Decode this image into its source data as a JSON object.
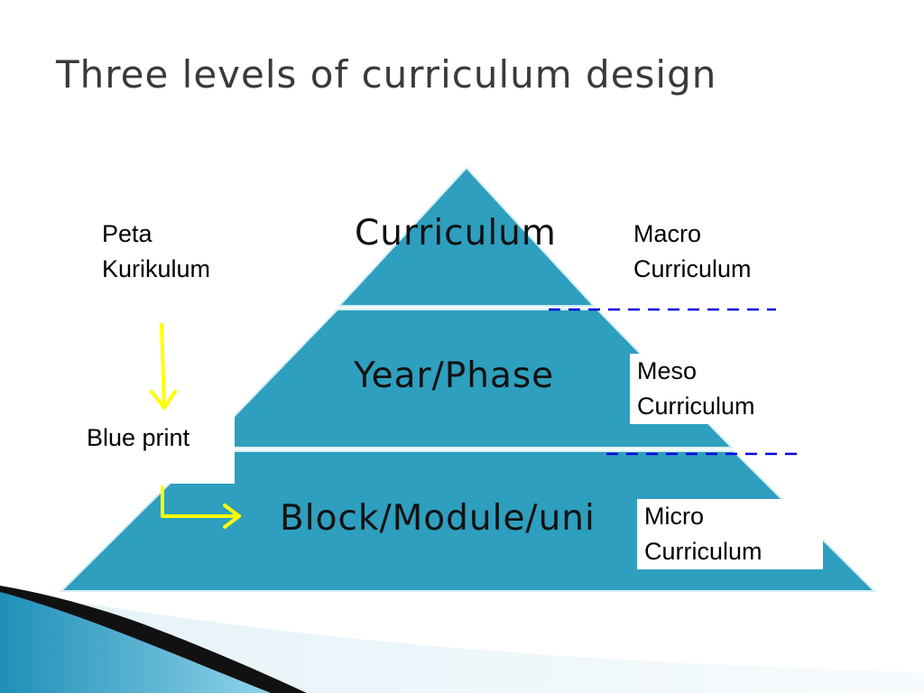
{
  "title": "Three levels of curriculum design",
  "pyramid": {
    "top": "Curriculum",
    "middle": "Year/Phase",
    "bottom": "Block/Module/uni"
  },
  "left_labels": {
    "map_line1": "Peta",
    "map_line2": "Kurikulum",
    "blueprint": "Blue print"
  },
  "levels": {
    "macro_line1": "Macro",
    "macro_line2": "Curriculum",
    "meso_line1": "Meso",
    "meso_line2": "Curriculum",
    "micro_line1": "Micro",
    "micro_line2": "Curriculum"
  },
  "colors": {
    "pyramid_fill": "#2e9fbe",
    "pyramid_edge": "#d6eef5",
    "arrow": "#ffff00",
    "divider": "#0000dd",
    "title": "#3a3a3a"
  }
}
